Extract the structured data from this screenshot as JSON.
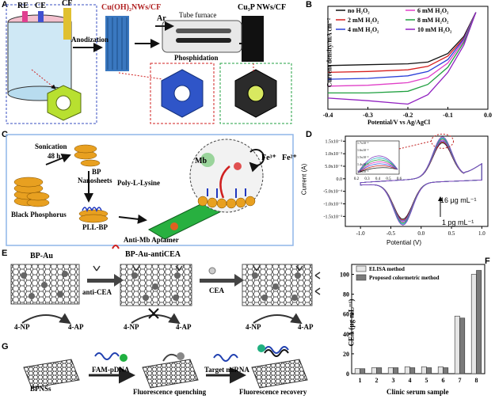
{
  "panel_labels": {
    "A": "A",
    "B": "B",
    "C": "C",
    "D": "D",
    "E": "E",
    "F": "F",
    "G": "G"
  },
  "panelA": {
    "re": "RE",
    "ce": "CE",
    "cf": "CF",
    "mid_title": "Cu(OH)₂NWs/CF",
    "right_title": "Cu₃P NWs/CF",
    "anodization": "Anodization",
    "ar": "Ar",
    "tube": "Tube furnace",
    "phosphidation": "Phosphidation"
  },
  "panelB": {
    "colors": {
      "no": "#111111",
      "2": "#d62020",
      "4": "#2a3fd8",
      "6": "#e040c8",
      "8": "#20a040",
      "10": "#9020c0"
    },
    "chart_data": {
      "type": "line",
      "xlabel": "Potential/V vs Ag/AgCl",
      "ylabel": "Current density/mA cm⁻²",
      "xlim": [
        -0.4,
        0.0
      ],
      "xticks": [
        "-0.4",
        "-0.3",
        "-0.2",
        "-0.1",
        "0.0"
      ],
      "legend_placement": "top",
      "series": [
        {
          "name": "no H₂O₂",
          "x": [
            -0.4,
            -0.3,
            -0.2,
            -0.15,
            -0.1,
            -0.06,
            -0.03
          ],
          "y": [
            -0.64,
            -0.63,
            -0.62,
            -0.6,
            -0.5,
            -0.3,
            -0.02
          ]
        },
        {
          "name": "2 mM H₂O₂",
          "x": [
            -0.4,
            -0.3,
            -0.2,
            -0.15,
            -0.1,
            -0.06,
            -0.03
          ],
          "y": [
            -0.72,
            -0.71,
            -0.69,
            -0.65,
            -0.53,
            -0.32,
            -0.02
          ]
        },
        {
          "name": "4 mM H₂O₂",
          "x": [
            -0.4,
            -0.3,
            -0.2,
            -0.15,
            -0.1,
            -0.06,
            -0.03
          ],
          "y": [
            -0.8,
            -0.79,
            -0.76,
            -0.71,
            -0.57,
            -0.33,
            -0.02
          ]
        },
        {
          "name": "6 mM H₂O₂",
          "x": [
            -0.4,
            -0.3,
            -0.2,
            -0.15,
            -0.1,
            -0.06,
            -0.03
          ],
          "y": [
            -0.88,
            -0.87,
            -0.84,
            -0.78,
            -0.61,
            -0.35,
            -0.02
          ]
        },
        {
          "name": "8 mM H₂O₂",
          "x": [
            -0.4,
            -0.3,
            -0.2,
            -0.15,
            -0.1,
            -0.06,
            -0.03
          ],
          "y": [
            -0.96,
            -0.96,
            -0.94,
            -0.86,
            -0.66,
            -0.37,
            -0.02
          ]
        },
        {
          "name": "10 mM H₂O₂",
          "x": [
            -0.4,
            -0.3,
            -0.2,
            -0.15,
            -0.1,
            -0.06,
            -0.03
          ],
          "y": [
            -1.02,
            -1.05,
            -1.09,
            -0.98,
            -0.72,
            -0.4,
            -0.02
          ]
        }
      ],
      "legend": [
        "no H₂O₂",
        "2 mM H₂O₂",
        "4 mM H₂O₂",
        "6 mM H₂O₂",
        "8 mM H₂O₂",
        "10 mM H₂O₂"
      ]
    }
  },
  "panelC": {
    "sonication": "Sonication",
    "hours": "48 h",
    "bp": "BP",
    "nanosheets": "Nanosheets",
    "black_p": "Black Phosphorus",
    "pll": "Poly-L-Lysine",
    "pllbp": "PLL-BP",
    "mb": "Mb",
    "fe3": "Fe³⁺",
    "fe2": "Fe²⁺",
    "aptamer": "Anti-Mb Aptamer"
  },
  "panelD": {
    "chart_data": {
      "type": "line",
      "xlabel": "Potential (V)",
      "ylabel": "Current (A)",
      "xlim": [
        -1.25,
        1.1
      ],
      "ylim": [
        -1.9,
        1.7
      ],
      "xticks": [
        "-1.0",
        "-0.5",
        "0.0",
        "0.5",
        "1.0"
      ],
      "yticks": [
        "-1.5x10⁻³",
        "-1.0x10⁻³",
        "-5.0x10⁻⁴",
        "0.0",
        "5.0x10⁻⁴",
        "1.0x10⁻³",
        "1.5x10⁻³"
      ],
      "inset_xticks": [
        "0.2",
        "0.3",
        "0.4",
        "0.5",
        "0.6"
      ],
      "inset_yticks": [
        "1.7x10⁻³",
        "1.6x10⁻³",
        "1.5x10⁻³",
        "1.4x10⁻³",
        "1.3x10⁻³"
      ],
      "annotation_high": "16 µg mL⁻¹",
      "annotation_low": "1 pg mL⁻¹",
      "series_peaks": [
        1.38,
        1.42,
        1.46,
        1.5,
        1.54,
        1.58,
        1.62
      ],
      "series_colors": [
        "#1a1a1a",
        "#c02020",
        "#3050e0",
        "#e040c0",
        "#20a040",
        "#20b0c0",
        "#8040c0"
      ]
    }
  },
  "panelE": {
    "bp_au": "BP-Au",
    "bp_au_anti": "BP-Au-antiCEA",
    "anti_cea": "anti-CEA",
    "cea": "CEA",
    "np": "4-NP",
    "ap": "4-AP"
  },
  "panelF": {
    "chart_data": {
      "type": "bar",
      "ylabel": "CEA (µg mL⁻¹)",
      "xlabel": "Clinic serum sample",
      "categories": [
        "1",
        "2",
        "3",
        "4",
        "5",
        "6",
        "7",
        "8"
      ],
      "ylim": [
        0,
        110
      ],
      "yticks": [
        "0",
        "20",
        "40",
        "60",
        "80",
        "100"
      ],
      "series": [
        {
          "name": "ELISA method",
          "values": [
            5,
            6,
            6,
            7,
            7,
            7,
            58,
            100
          ],
          "color": "#e6e6e6"
        },
        {
          "name": "Proposed colormetric method",
          "values": [
            5,
            6,
            6,
            6,
            6,
            6,
            56,
            104
          ],
          "color": "#7a7a7a"
        }
      ]
    }
  },
  "panelG": {
    "bpns": "BPNSs",
    "fam": "FAM-pDNA",
    "quench": "Fluorescence quenching",
    "target": "Target miRNA",
    "recovery": "Fluorescence recovery"
  }
}
